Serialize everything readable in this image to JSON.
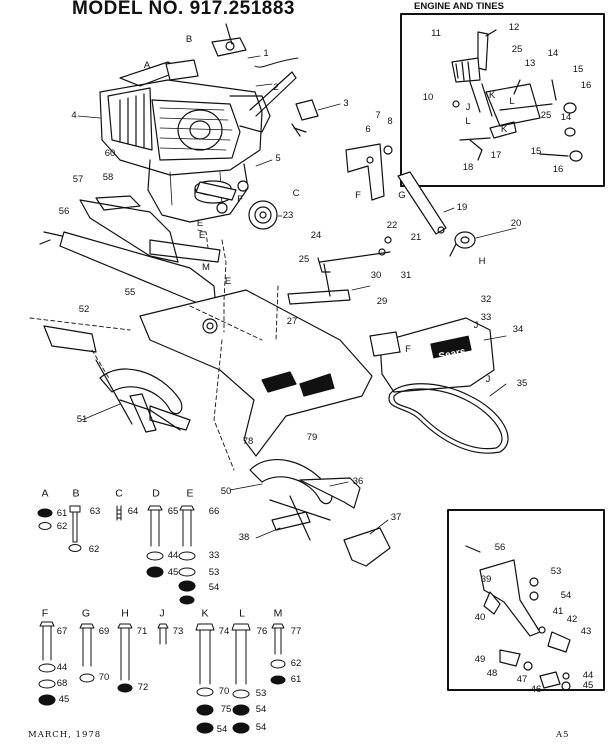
{
  "title": "MODEL NO. 917.251883",
  "inset_title": "ENGINE AND TINES",
  "footer": {
    "date": "MARCH, 1978",
    "page": "A5"
  },
  "brand_label": "Sears",
  "colors": {
    "ink": "#111111",
    "paper": "#ffffff"
  },
  "callouts": [
    "1",
    "2",
    "3",
    "4",
    "60",
    "5",
    "6",
    "7",
    "8",
    "19",
    "20",
    "21",
    "22",
    "23",
    "24",
    "25",
    "30",
    "31",
    "29",
    "27",
    "57",
    "58",
    "56",
    "55",
    "52",
    "51",
    "78",
    "79",
    "32",
    "33",
    "34",
    "35",
    "36",
    "37",
    "38",
    "50",
    "11",
    "12",
    "25",
    "13",
    "14",
    "15",
    "16",
    "10",
    "25",
    "14",
    "17",
    "18",
    "15",
    "16",
    "56",
    "39",
    "53",
    "54",
    "40",
    "41",
    "42",
    "43",
    "49",
    "48",
    "47",
    "46",
    "44",
    "45"
  ],
  "letters": [
    "B",
    "A",
    "C",
    "E",
    "F",
    "G",
    "F",
    "E",
    "E",
    "M",
    "H",
    "J",
    "F",
    "J",
    "K",
    "L",
    "K",
    "L",
    "J"
  ],
  "hardware_groups": [
    {
      "letter": "A",
      "parts": [
        "61",
        "62"
      ]
    },
    {
      "letter": "B",
      "parts": [
        "63",
        "62"
      ]
    },
    {
      "letter": "C",
      "parts": [
        "64"
      ]
    },
    {
      "letter": "D",
      "parts": [
        "65",
        "44",
        "45"
      ]
    },
    {
      "letter": "E",
      "parts": [
        "66",
        "33",
        "53",
        "54"
      ]
    },
    {
      "letter": "F",
      "parts": [
        "67",
        "44",
        "68",
        "45"
      ]
    },
    {
      "letter": "G",
      "parts": [
        "69",
        "70"
      ]
    },
    {
      "letter": "H",
      "parts": [
        "71",
        "72"
      ]
    },
    {
      "letter": "J",
      "parts": [
        "73"
      ]
    },
    {
      "letter": "K",
      "parts": [
        "74",
        "70",
        "75",
        "54"
      ]
    },
    {
      "letter": "L",
      "parts": [
        "76",
        "53",
        "54",
        "54"
      ]
    },
    {
      "letter": "M",
      "parts": [
        "77",
        "62",
        "61"
      ]
    }
  ]
}
